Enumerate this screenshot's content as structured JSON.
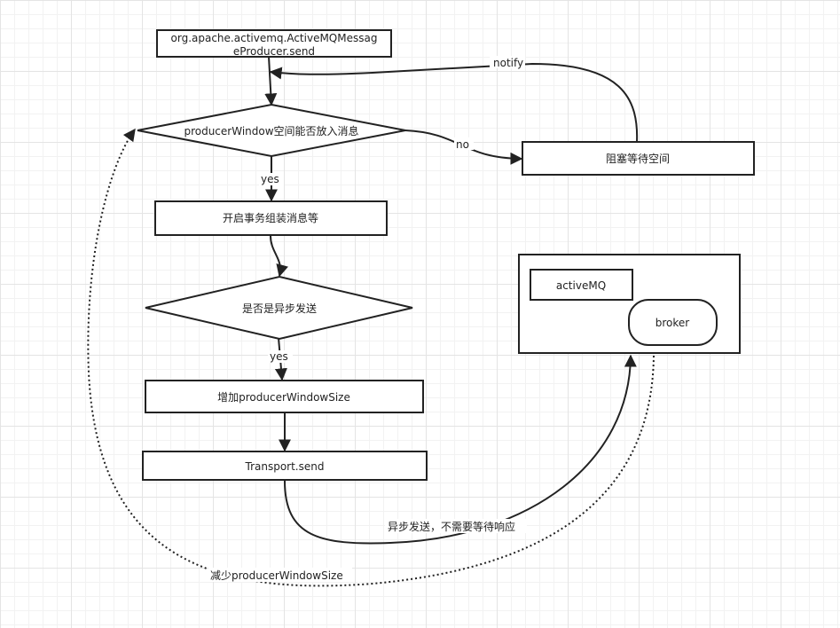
{
  "nodes": {
    "start": {
      "line1": "org.apache.activemq.ActiveMQMessag",
      "line2": "eProducer.send"
    },
    "window_check": "producerWindow空间能否放入消息",
    "block_wait": "阻塞等待空间",
    "open_tx": "开启事务组装消息等",
    "async_check": "是否是异步发送",
    "increase_size": "增加producerWindowSize",
    "transport_send": "Transport.send",
    "activemq": "activeMQ",
    "broker": "broker"
  },
  "edges": {
    "no": "no",
    "yes_1": "yes",
    "yes_2": "yes",
    "notify": "notify",
    "async_note": "异步发送，不需要等待响应",
    "reduce": "减少producerWindowSize"
  },
  "colors": {
    "stroke": "#222222",
    "background": "#ffffff",
    "grid": "#e4e4e4"
  }
}
